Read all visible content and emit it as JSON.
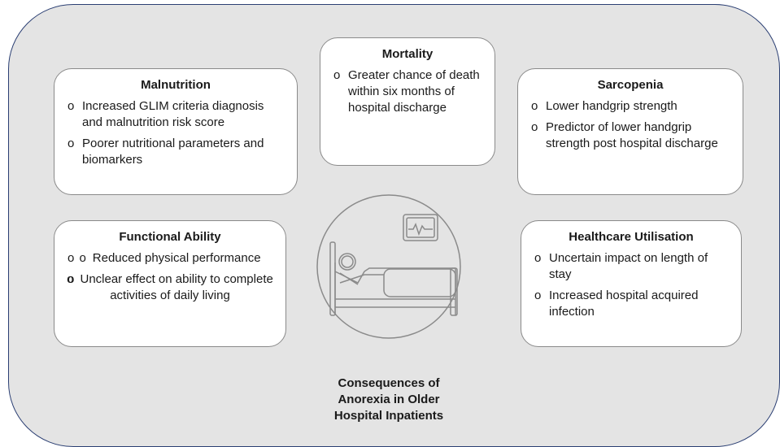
{
  "cards": {
    "malnutrition": {
      "title": "Malnutrition",
      "items": [
        "Increased GLIM criteria diagnosis and malnutrition risk score",
        "Poorer nutritional parameters and biomarkers"
      ]
    },
    "mortality": {
      "title": "Mortality",
      "items": [
        "Greater chance of death within six months of hospital discharge"
      ]
    },
    "sarcopenia": {
      "title": "Sarcopenia",
      "items": [
        "Lower handgrip strength",
        "Predictor of lower handgrip strength post hospital discharge"
      ]
    },
    "functional": {
      "title": "Functional Ability",
      "items": [
        "Reduced physical performance",
        "Unclear effect on ability to complete activities of daily living"
      ]
    },
    "healthcare": {
      "title": "Healthcare Utilisation",
      "items": [
        "Uncertain impact on length of stay",
        "Increased hospital acquired infection"
      ]
    }
  },
  "caption": {
    "line1": "Consequences of",
    "line2": "Anorexia in Older",
    "line3": "Hospital Inpatients"
  },
  "icons": {
    "center": "hospital-bed-icon",
    "monitor": "heart-monitor-icon"
  }
}
